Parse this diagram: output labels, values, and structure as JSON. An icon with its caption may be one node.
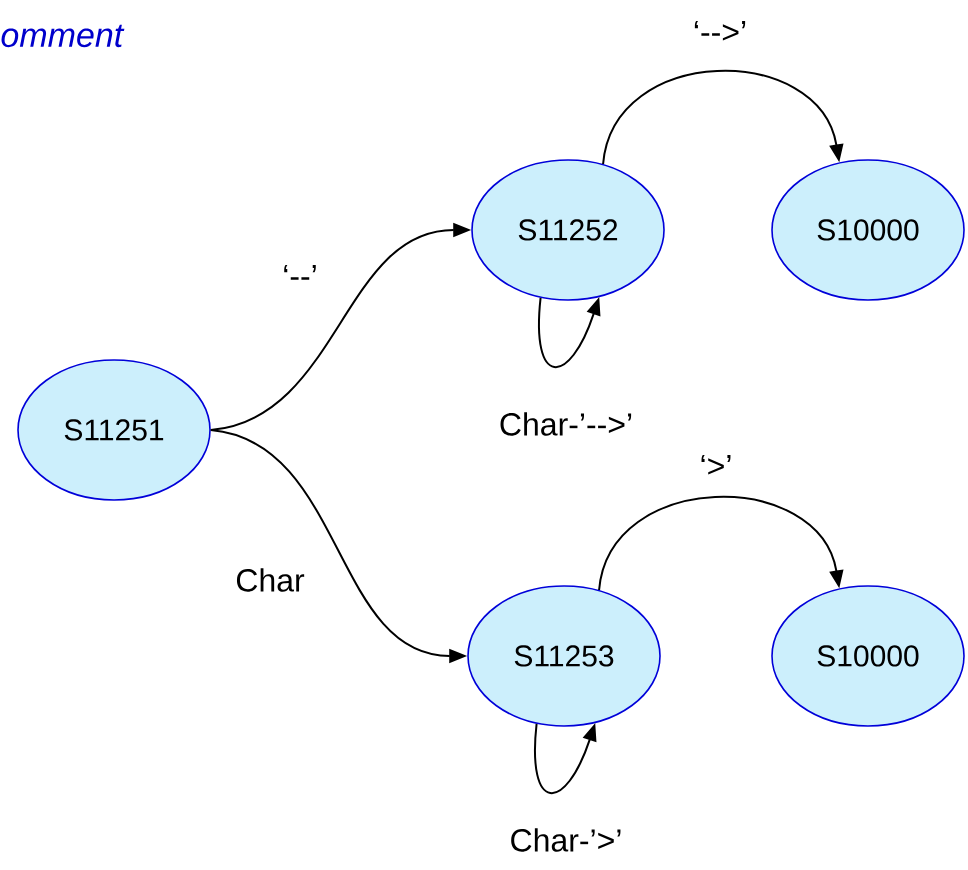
{
  "diagram": {
    "title": "omment",
    "nodes": [
      {
        "text": [
          "S11251"
        ]
      },
      {
        "text": [
          "S11252"
        ]
      },
      {
        "text": [
          "S10000"
        ]
      },
      {
        "text": [
          "S11253"
        ]
      },
      {
        "text": [
          "S10000"
        ]
      }
    ],
    "edges": [
      {
        "from": 0,
        "to": 1,
        "arrow": "to",
        "label": "‘--’"
      },
      {
        "from": 1,
        "to": 1,
        "arrow": "to",
        "label": "Char-’-->’"
      },
      {
        "from": 1,
        "to": 2,
        "arrow": "to",
        "label": "‘-->’"
      },
      {
        "from": 0,
        "to": 3,
        "arrow": "to",
        "label": "Char"
      },
      {
        "from": 3,
        "to": 3,
        "arrow": "to",
        "label": "Char-’>’"
      },
      {
        "from": 3,
        "to": 4,
        "arrow": "to",
        "label": "‘>’"
      }
    ]
  }
}
